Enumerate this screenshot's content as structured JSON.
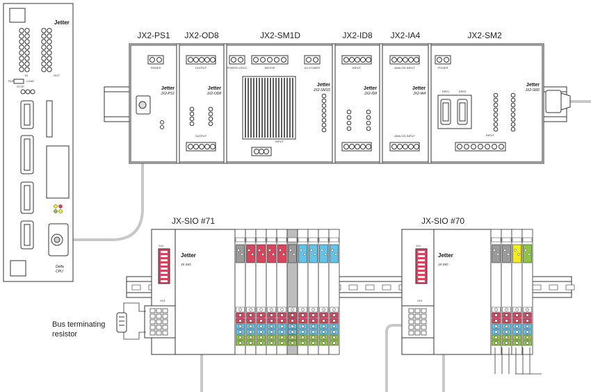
{
  "modules_top": [
    {
      "name": "JX2-PS1",
      "brand": "Jetter",
      "model": "JX2-PS1"
    },
    {
      "name": "JX2-OD8",
      "brand": "Jetter",
      "model": "JX2-OD8"
    },
    {
      "name": "JX2-SM1D",
      "brand": "Jetter",
      "model": "JX2-SM1D"
    },
    {
      "name": "JX2-ID8",
      "brand": "Jetter",
      "model": "JX2-ID8"
    },
    {
      "name": "JX2-IA4",
      "brand": "Jetter",
      "model": "JX2-IA4"
    },
    {
      "name": "JX2-SM2",
      "brand": "Jetter",
      "model": "JX2-SM2"
    }
  ],
  "small_labels": {
    "power": "POWER",
    "output": "OUTPUT",
    "motor": "MOTOR",
    "power_logic": "POWER LOGIC",
    "dc_power": "DC-POWER",
    "input": "INPUT",
    "analog_input": "ANALOG INPUT",
    "drv1": "DRV1",
    "drv2": "DRV2"
  },
  "cpu": {
    "brand": "Jetter",
    "caption_line1": "Delta",
    "caption_line2": "CPU",
    "in_label": "IN",
    "out_label": "OUT",
    "run": "RUN",
    "load": "LOAD",
    "stop": "STOP"
  },
  "sio_left": {
    "title": "JX-SIO #71",
    "brand": "Jetter",
    "model": "JX-SIO",
    "switch": "S41",
    "port": "X19"
  },
  "sio_right": {
    "title": "JX-SIO #70",
    "brand": "Jetter",
    "model": "JX-SIO",
    "switch": "S41",
    "port": "X19"
  },
  "bus_label_line1": "Bus terminating",
  "bus_label_line2": "resistor",
  "colors": {
    "red": "#d9435c",
    "blue": "#62c3e8",
    "yellow": "#f2ec1c",
    "green": "#8ec63f",
    "gray": "#9a9a9a",
    "cable": "#c8c8c8"
  }
}
